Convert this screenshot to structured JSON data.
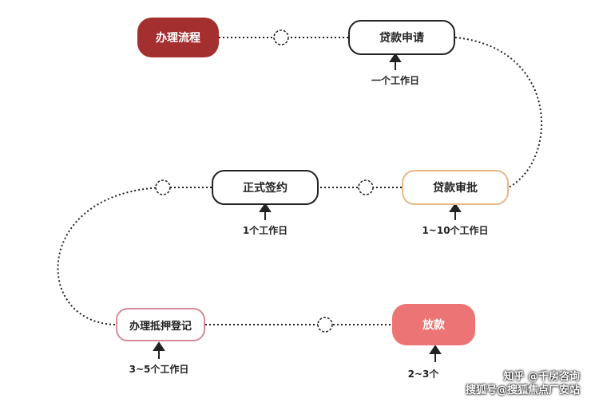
{
  "nodes": {
    "title": "办理流程",
    "apply": "贷款申请",
    "approve": "贷款审批",
    "sign": "正式签约",
    "mortgage": "办理抵押登记",
    "release": "放款"
  },
  "durations": {
    "apply": "一个工作日",
    "approve": "1~10个工作日",
    "sign": "1个工作日",
    "mortgage": "3~5个工作日",
    "release": "2~3个"
  },
  "watermark": {
    "line1": "知乎 @千房咨询",
    "line2": "搜狐号@搜狐焦点厂安站"
  },
  "colors": {
    "title_fill": "#a3302f",
    "release_fill": "#ec7474",
    "approve_border": "#e9b789",
    "mortgage_border": "#d58a97"
  }
}
